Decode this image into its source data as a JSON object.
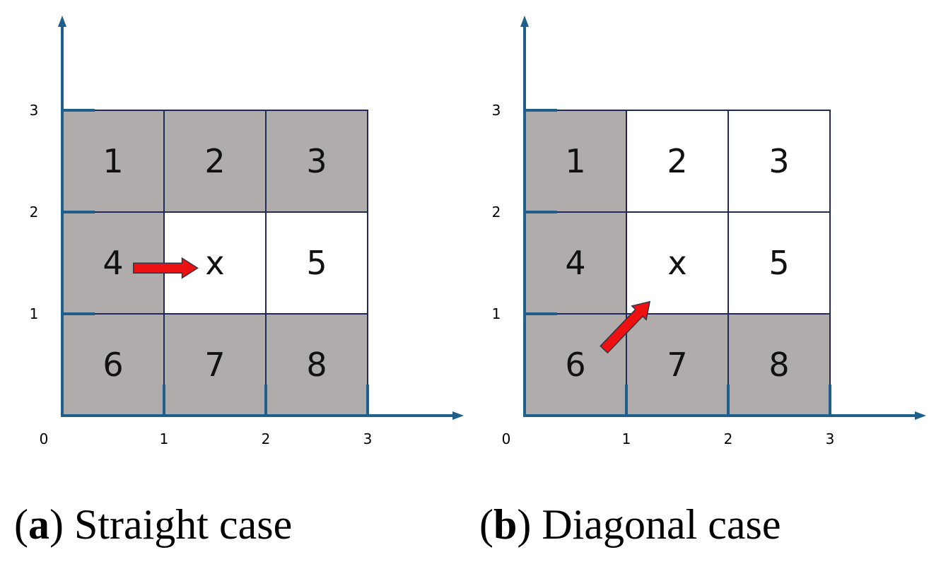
{
  "colors": {
    "axis": "#1f5f8b",
    "grid": "#1f2a5a",
    "shaded": "#b0acab",
    "empty": "#ffffff",
    "arrow_fill": "#ee1111",
    "arrow_stroke": "#333344"
  },
  "panels": [
    {
      "id": "a",
      "caption_letter": "a",
      "caption_text": "Straight case",
      "x_ticks": [
        "0",
        "1",
        "2",
        "3"
      ],
      "y_ticks": [
        "1",
        "2",
        "3"
      ],
      "cells": [
        {
          "label": "1",
          "col": 0,
          "row": 2,
          "shaded": true
        },
        {
          "label": "2",
          "col": 1,
          "row": 2,
          "shaded": true
        },
        {
          "label": "3",
          "col": 2,
          "row": 2,
          "shaded": true
        },
        {
          "label": "4",
          "col": 0,
          "row": 1,
          "shaded": true
        },
        {
          "label": "x",
          "col": 1,
          "row": 1,
          "shaded": false
        },
        {
          "label": "5",
          "col": 2,
          "row": 1,
          "shaded": false
        },
        {
          "label": "6",
          "col": 0,
          "row": 0,
          "shaded": true
        },
        {
          "label": "7",
          "col": 1,
          "row": 0,
          "shaded": true
        },
        {
          "label": "8",
          "col": 2,
          "row": 0,
          "shaded": true
        }
      ],
      "arrow": {
        "from": [
          0.7,
          1.45
        ],
        "to": [
          1.33,
          1.45
        ]
      }
    },
    {
      "id": "b",
      "caption_letter": "b",
      "caption_text": "Diagonal case",
      "x_ticks": [
        "0",
        "1",
        "2",
        "3"
      ],
      "y_ticks": [
        "1",
        "2",
        "3"
      ],
      "cells": [
        {
          "label": "1",
          "col": 0,
          "row": 2,
          "shaded": true
        },
        {
          "label": "2",
          "col": 1,
          "row": 2,
          "shaded": false
        },
        {
          "label": "3",
          "col": 2,
          "row": 2,
          "shaded": false
        },
        {
          "label": "4",
          "col": 0,
          "row": 1,
          "shaded": true
        },
        {
          "label": "x",
          "col": 1,
          "row": 1,
          "shaded": false
        },
        {
          "label": "5",
          "col": 2,
          "row": 1,
          "shaded": false
        },
        {
          "label": "6",
          "col": 0,
          "row": 0,
          "shaded": true
        },
        {
          "label": "7",
          "col": 1,
          "row": 0,
          "shaded": true
        },
        {
          "label": "8",
          "col": 2,
          "row": 0,
          "shaded": true
        }
      ],
      "arrow": {
        "from": [
          0.78,
          0.65
        ],
        "to": [
          1.23,
          1.12
        ]
      }
    }
  ]
}
